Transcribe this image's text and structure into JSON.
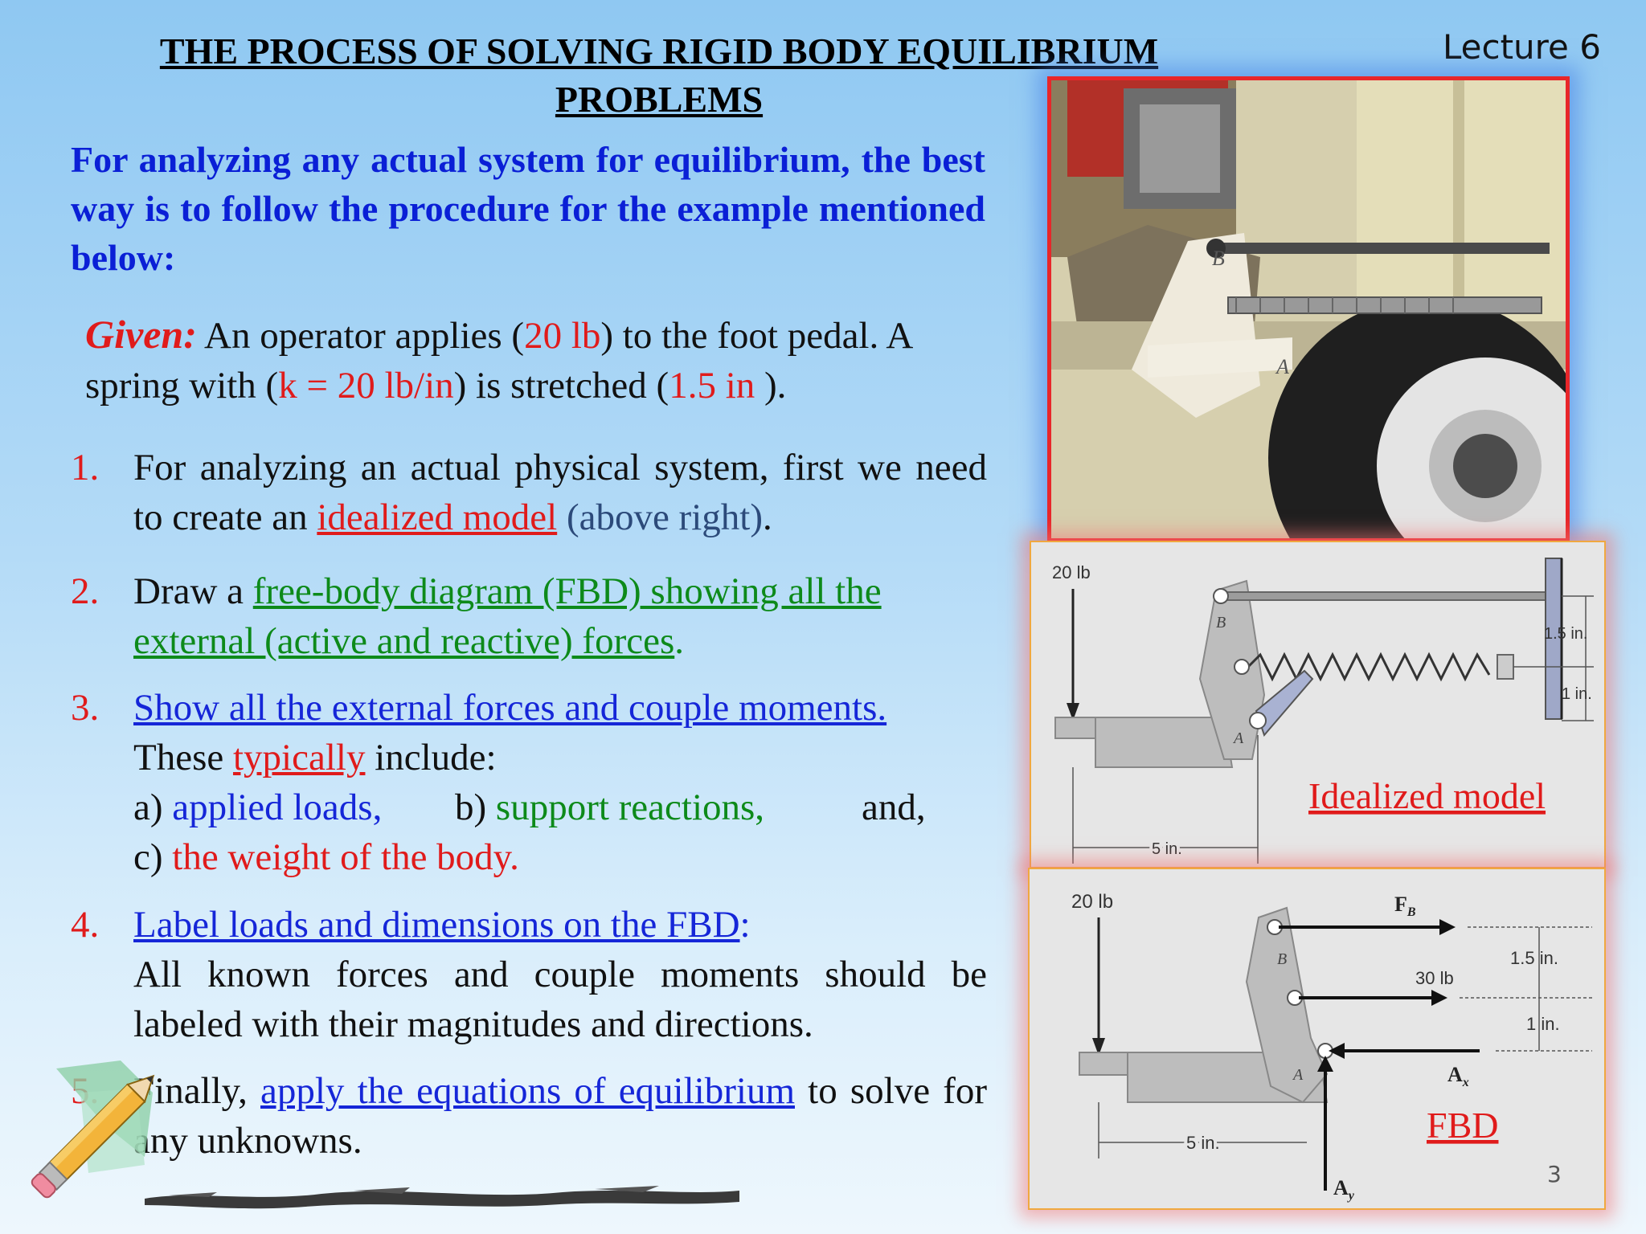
{
  "header": {
    "title_line1": "THE PROCESS OF SOLVING RIGID BODY EQUILIBRIUM",
    "title_line2": "PROBLEMS",
    "lecture": "Lecture 6"
  },
  "intro": "For analyzing any actual system for equilibrium, the best way is to follow the procedure for the example mentioned below:",
  "given": {
    "label": "Given:",
    "t1": " An operator applies (",
    "force": "20 lb",
    "t2": ") to the foot pedal. A spring with (",
    "k": "k = 20 lb/in",
    "t3": ") is stretched  (",
    "stretch": "1.5 in",
    "t4": " )."
  },
  "steps": [
    {
      "num": "1.",
      "a": "For analyzing an actual physical system, first we need to create an ",
      "b": "idealized model",
      "c": " (above right)",
      "d": "."
    },
    {
      "num": "2.",
      "a": "Draw a ",
      "b": "free-body diagram (FBD) showing all the external (active and reactive) forces",
      "c": "."
    },
    {
      "num": "3.",
      "a": "Show all the external forces and couple moments.",
      "b": "These ",
      "c": "typically",
      "d": " include:",
      "e": "a) ",
      "f": "applied loads,",
      "g": "b) ",
      "h": "support reactions,",
      "i": "and,",
      "j": "c) ",
      "k": "the weight of the body."
    },
    {
      "num": "4.",
      "a": "Label loads and dimensions on the FBD",
      "b": ":",
      "c": "All known forces and couple moments should be labeled with their magnitudes and directions."
    },
    {
      "num": "5.",
      "a": "Finally, ",
      "b": "apply the equations of equilibrium",
      "c": " to solve for any unknowns."
    }
  ],
  "figures": {
    "model_caption": "Idealized model",
    "fbd_caption": "FBD",
    "model": {
      "force": "20 lb",
      "pin_b": "B",
      "pin_a": "A",
      "dim1": "1.5 in.",
      "dim2": "1 in.",
      "dim3": "5 in."
    },
    "fbd": {
      "force": "20 lb",
      "fb": "F",
      "fb_sub": "B",
      "pin_b": "B",
      "pin_a": "A",
      "spring_force": "30 lb",
      "ax": "A",
      "ax_sub": "x",
      "ay": "A",
      "ay_sub": "y",
      "dim1": "1.5 in.",
      "dim2": "1 in.",
      "dim3": "5 in."
    },
    "photo": {
      "pin_b": "B",
      "pin_a": "A"
    }
  },
  "page_number": "3",
  "colors": {
    "title": "#000000",
    "intro": "#0a1fd6",
    "accent_red": "#e01b1b",
    "accent_green": "#0d8a1a",
    "accent_blue": "#1526d8"
  }
}
